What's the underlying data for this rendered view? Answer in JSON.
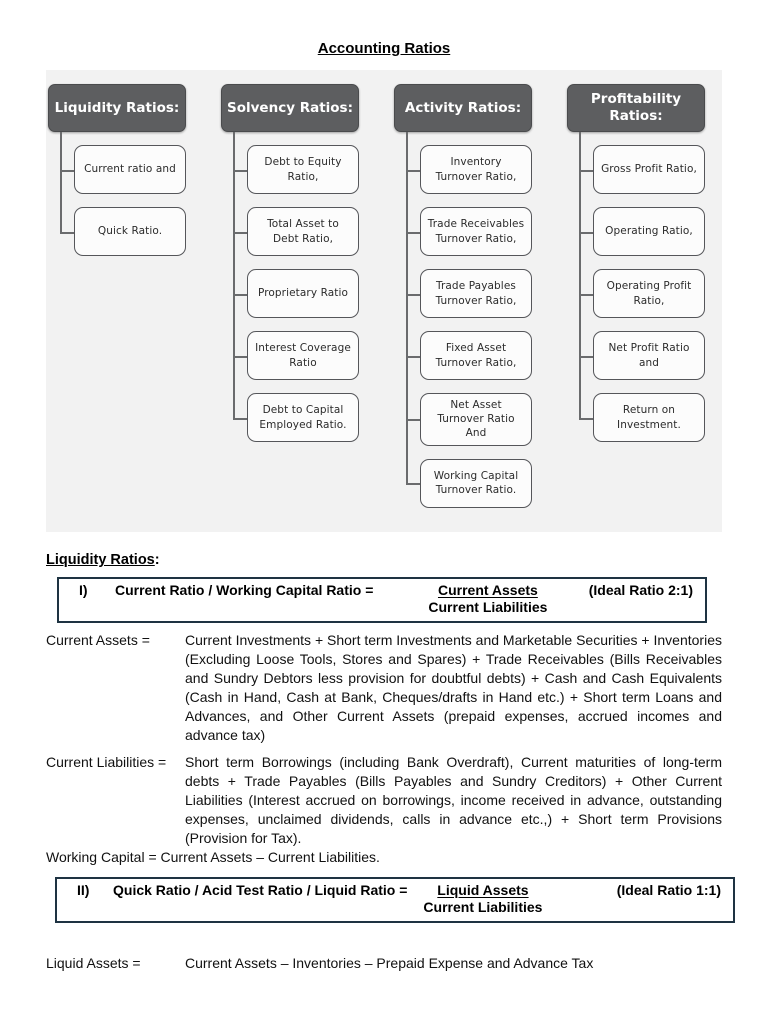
{
  "page": {
    "title": "Accounting Ratios"
  },
  "colors": {
    "header_box": "#5d5e60",
    "diagram_background": "#f2f2f2",
    "subbox_border": "#55565a",
    "formula_box_border": "#1e3342"
  },
  "diagram": {
    "columns": [
      {
        "header": "Liquidity Ratios:",
        "items": [
          "Current ratio and",
          "Quick Ratio."
        ]
      },
      {
        "header": "Solvency Ratios:",
        "items": [
          "Debt to Equity Ratio,",
          "Total Asset to Debt Ratio,",
          "Proprietary Ratio",
          "Interest Coverage Ratio",
          "Debt to Capital Employed Ratio."
        ]
      },
      {
        "header": "Activity Ratios:",
        "items": [
          "Inventory Turnover Ratio,",
          "Trade Receivables Turnover Ratio,",
          "Trade Payables Turnover Ratio,",
          "Fixed Asset Turnover Ratio,",
          "Net Asset Turnover Ratio And",
          "Working Capital Turnover Ratio."
        ]
      },
      {
        "header": "Profitability Ratios:",
        "items": [
          "Gross Profit Ratio,",
          "Operating Ratio,",
          "Operating Profit Ratio,",
          "Net Profit Ratio and",
          "Return on Investment."
        ]
      }
    ]
  },
  "section": {
    "heading": "Liquidity Ratios",
    "heading_colon": ":"
  },
  "formula_boxes": [
    {
      "numeral": "I)",
      "title": "Current Ratio / Working Capital Ratio =",
      "numerator": "Current Assets",
      "denominator": "Current Liabilities",
      "ideal": "(Ideal Ratio 2:1)"
    },
    {
      "numeral": "II)",
      "title": "Quick Ratio / Acid Test Ratio / Liquid Ratio =",
      "numerator": "Liquid Assets",
      "denominator": "Current Liabilities",
      "ideal": "(Ideal Ratio 1:1)"
    }
  ],
  "definitions": {
    "current_assets_label": "Current Assets =",
    "current_assets_text": "Current Investments + Short term Investments and Marketable Securities + Inventories (Excluding Loose Tools, Stores and Spares) + Trade Receivables (Bills Receivables and Sundry Debtors less provision for doubtful debts) + Cash and Cash Equivalents (Cash in Hand, Cash at Bank, Cheques/drafts in Hand etc.) + Short term Loans and Advances, and Other Current Assets (prepaid expenses, accrued incomes and advance tax)",
    "current_liabilities_label": "Current Liabilities =",
    "current_liabilities_text": "Short term Borrowings (including Bank Overdraft), Current maturities of long-term debts + Trade Payables (Bills Payables and Sundry Creditors) + Other Current Liabilities (Interest accrued on borrowings, income received in advance, outstanding expenses, unclaimed dividends, calls in advance etc.,) + Short term Provisions (Provision for Tax).",
    "working_capital_line": "Working Capital = Current Assets – Current Liabilities.",
    "liquid_assets_label": "Liquid Assets =",
    "liquid_assets_text": "Current Assets – Inventories – Prepaid Expense and Advance Tax"
  }
}
